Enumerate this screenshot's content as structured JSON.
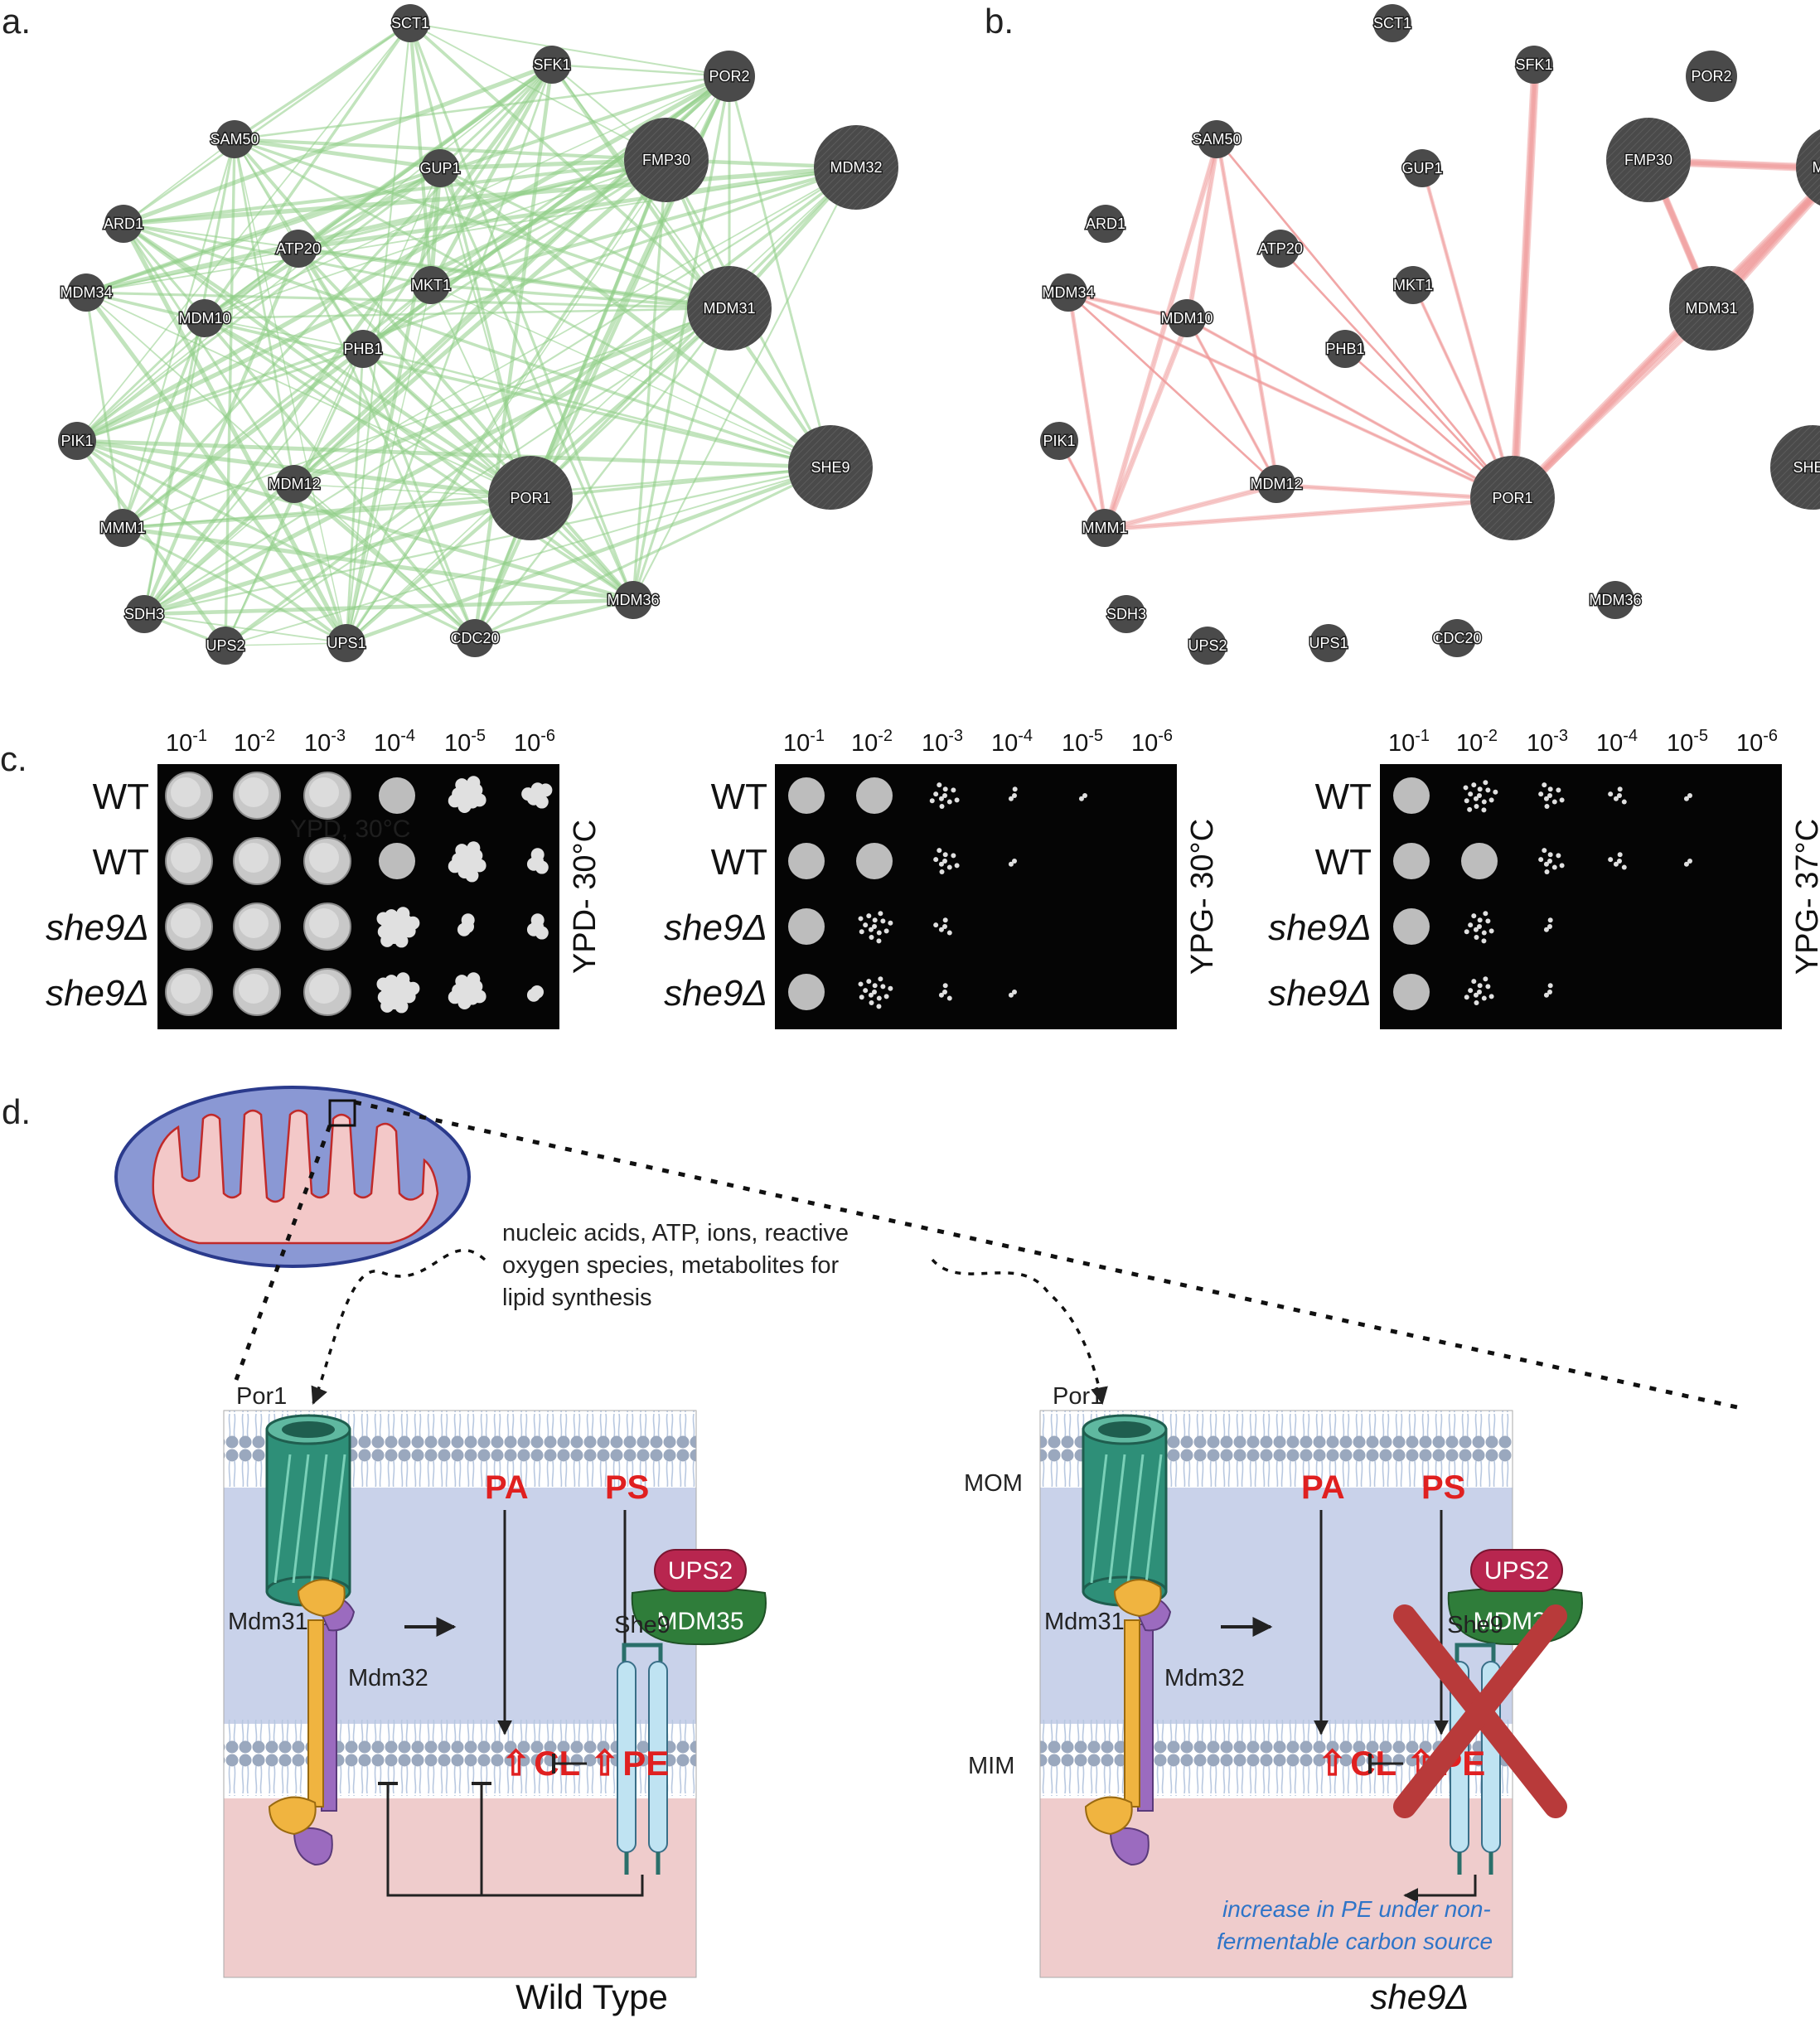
{
  "panel_labels": {
    "a": "a.",
    "b": "b.",
    "c": "c.",
    "d": "d."
  },
  "colors": {
    "edge_green": "#8fce86",
    "edge_red": "#ef9a9a",
    "node": "#4a4a4a",
    "accent_red": "#e02020",
    "blue_note": "#2e74c8",
    "membrane_blue": "#c9d2ea",
    "matrix_pink": "#efcccc",
    "por1_teal": "#2e8f78",
    "mdm31_orange": "#f0b440",
    "mdm32_purple": "#9b6bbf",
    "ups2_crimson": "#b8264f",
    "mdm35_green": "#2f7d3a",
    "she9_lightblue": "#bfe3f2"
  },
  "network": {
    "nodes": [
      {
        "id": "SCT1",
        "size": "small"
      },
      {
        "id": "SFK1",
        "size": "small"
      },
      {
        "id": "POR2",
        "size": "medium"
      },
      {
        "id": "SAM50",
        "size": "small"
      },
      {
        "id": "FMP30",
        "size": "large"
      },
      {
        "id": "MDM32",
        "size": "large"
      },
      {
        "id": "GUP1",
        "size": "small"
      },
      {
        "id": "ARD1",
        "size": "small"
      },
      {
        "id": "ATP20",
        "size": "small"
      },
      {
        "id": "MDM34",
        "size": "small"
      },
      {
        "id": "MDM10",
        "size": "small"
      },
      {
        "id": "MKT1",
        "size": "small"
      },
      {
        "id": "MDM31",
        "size": "large"
      },
      {
        "id": "PHB1",
        "size": "small"
      },
      {
        "id": "PIK1",
        "size": "small"
      },
      {
        "id": "SHE9",
        "size": "large"
      },
      {
        "id": "MDM12",
        "size": "small"
      },
      {
        "id": "POR1",
        "size": "large"
      },
      {
        "id": "MMM1",
        "size": "small"
      },
      {
        "id": "MDM36",
        "size": "small"
      },
      {
        "id": "SDH3",
        "size": "small"
      },
      {
        "id": "UPS2",
        "size": "small"
      },
      {
        "id": "UPS1",
        "size": "small"
      },
      {
        "id": "CDC20",
        "size": "small"
      }
    ],
    "edges_b": [
      [
        "SFK1",
        "POR1"
      ],
      [
        "SAM50",
        "MDM10"
      ],
      [
        "SAM50",
        "MDM12"
      ],
      [
        "SAM50",
        "POR1"
      ],
      [
        "SAM50",
        "MMM1"
      ],
      [
        "GUP1",
        "POR1"
      ],
      [
        "MKT1",
        "POR1"
      ],
      [
        "ATP20",
        "POR1"
      ],
      [
        "PHB1",
        "POR1"
      ],
      [
        "MDM34",
        "MDM10"
      ],
      [
        "MDM34",
        "MDM12"
      ],
      [
        "MDM34",
        "MMM1"
      ],
      [
        "MDM34",
        "POR1"
      ],
      [
        "MDM10",
        "MDM12"
      ],
      [
        "MDM10",
        "MMM1"
      ],
      [
        "MDM10",
        "POR1"
      ],
      [
        "MDM12",
        "MMM1"
      ],
      [
        "MDM12",
        "POR1"
      ],
      [
        "MMM1",
        "POR1"
      ],
      [
        "PIK1",
        "MMM1"
      ],
      [
        "FMP30",
        "MDM32"
      ],
      [
        "FMP30",
        "MDM31"
      ],
      [
        "MDM32",
        "MDM31"
      ],
      [
        "MDM31",
        "POR1"
      ],
      [
        "MDM32",
        "POR1"
      ]
    ]
  },
  "spot_assay": {
    "dilutions": [
      "10-1",
      "10-2",
      "10-3",
      "10-4",
      "10-5",
      "10-6"
    ],
    "rows": [
      "WT",
      "WT",
      "she9Δ",
      "she9Δ"
    ],
    "plates": [
      {
        "condition": "YPD- 30°C",
        "ghost": "YPD, 30°C",
        "growth": [
          [
            1,
            1,
            1,
            0.85,
            0.55,
            0.3
          ],
          [
            1,
            1,
            1,
            0.9,
            0.6,
            0.15
          ],
          [
            1,
            1,
            0.95,
            0.8,
            0.1,
            0.15
          ],
          [
            1,
            1,
            0.95,
            0.8,
            0.55,
            0.05
          ]
        ]
      },
      {
        "condition": "YPG- 30°C",
        "growth": [
          [
            1,
            0.9,
            0.5,
            0.1,
            0.03,
            0
          ],
          [
            1,
            0.9,
            0.45,
            0.08,
            0,
            0
          ],
          [
            0.9,
            0.7,
            0.2,
            0,
            0,
            0
          ],
          [
            0.9,
            0.7,
            0.15,
            0.03,
            0,
            0
          ]
        ]
      },
      {
        "condition": "YPG- 37°C",
        "growth": [
          [
            1,
            0.8,
            0.45,
            0.2,
            0.03,
            0
          ],
          [
            1,
            0.85,
            0.45,
            0.2,
            0.04,
            0
          ],
          [
            0.85,
            0.6,
            0.1,
            0,
            0,
            0
          ],
          [
            0.85,
            0.55,
            0.12,
            0,
            0,
            0
          ]
        ]
      }
    ]
  },
  "model": {
    "cargo_text": [
      "nucleic acids, ATP, ions, reactive",
      "oxygen species, metabolites for",
      "lipid synthesis"
    ],
    "por1": "Por1",
    "pa": "PA",
    "ps": "PS",
    "mom": "MOM",
    "mim": "MIM",
    "mdm31": "Mdm31",
    "mdm32": "Mdm32",
    "ups2": "UPS2",
    "mdm35": "MDM35",
    "she9": "She9",
    "cl": "CL",
    "pe": "PE",
    "up_arrow": "⇧",
    "note": [
      "increase in PE under non-",
      "fermentable carbon source"
    ],
    "wt_title": "Wild Type",
    "mut_title": "she9Δ"
  }
}
